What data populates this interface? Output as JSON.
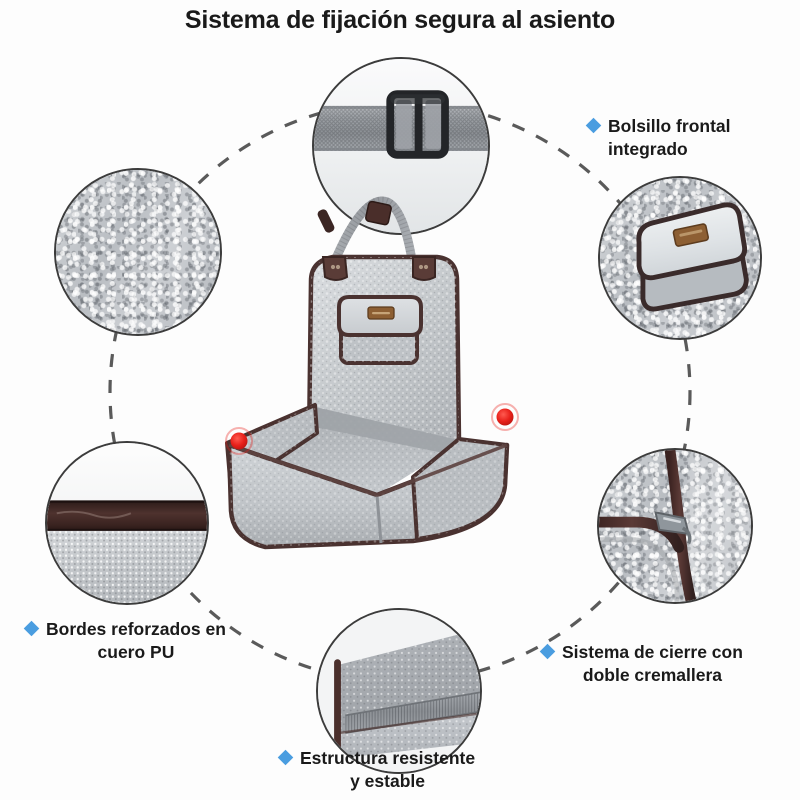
{
  "page": {
    "title": "Sistema de fijación segura al asiento",
    "background_color": "#fdfdfd",
    "accent_color": "#4a9de0",
    "connector_color": "#5a5a5a",
    "marker_color": "#e8201a",
    "product_felt_color": "#c3c6ca",
    "product_trim_color": "#4a3230"
  },
  "callouts": [
    {
      "id": "pocket",
      "line1": "Bolsillo frontal",
      "line2": "integrado",
      "bullet": "diamond-bullet",
      "position": "top-right"
    },
    {
      "id": "zipper",
      "line1": "Sistema de cierre con",
      "line2": "doble cremallera",
      "bullet": "diamond-bullet",
      "position": "bottom-right"
    },
    {
      "id": "structure",
      "line1": "Estructura resistente",
      "line2": "y estable",
      "bullet": "diamond-bullet",
      "position": "bottom-center"
    },
    {
      "id": "edges",
      "line1": "Bordes reforzados en",
      "line2": "cuero PU",
      "bullet": "diamond-bullet",
      "position": "bottom-left"
    }
  ],
  "detail_circles": [
    {
      "id": "strap-buckle",
      "content": "gray-webbing-strap-with-black-adjuster-buckle"
    },
    {
      "id": "front-pocket",
      "content": "felt-front-pocket-with-flap-and-leather-tag"
    },
    {
      "id": "pu-piping-corner",
      "content": "brown-pu-leather-piping-corner-seam"
    },
    {
      "id": "structure-base",
      "content": "felt-base-panel-with-webbing-strip"
    },
    {
      "id": "pu-edge-trim",
      "content": "horizontal-brown-pu-leather-edge-trim-on-felt"
    },
    {
      "id": "felt-texture",
      "content": "gray-felt-fabric-closeup-texture"
    }
  ],
  "product": {
    "name": "gray-felt-car-seat-organizer",
    "markers": [
      {
        "id": "left-attachment-marker",
        "color": "#e8201a"
      },
      {
        "id": "right-attachment-marker",
        "color": "#e8201a"
      }
    ],
    "features": [
      "tall-back-panel",
      "front-flap-pocket",
      "leather-brand-tag",
      "adjustable-strap-handle",
      "pu-trim-edging"
    ]
  }
}
